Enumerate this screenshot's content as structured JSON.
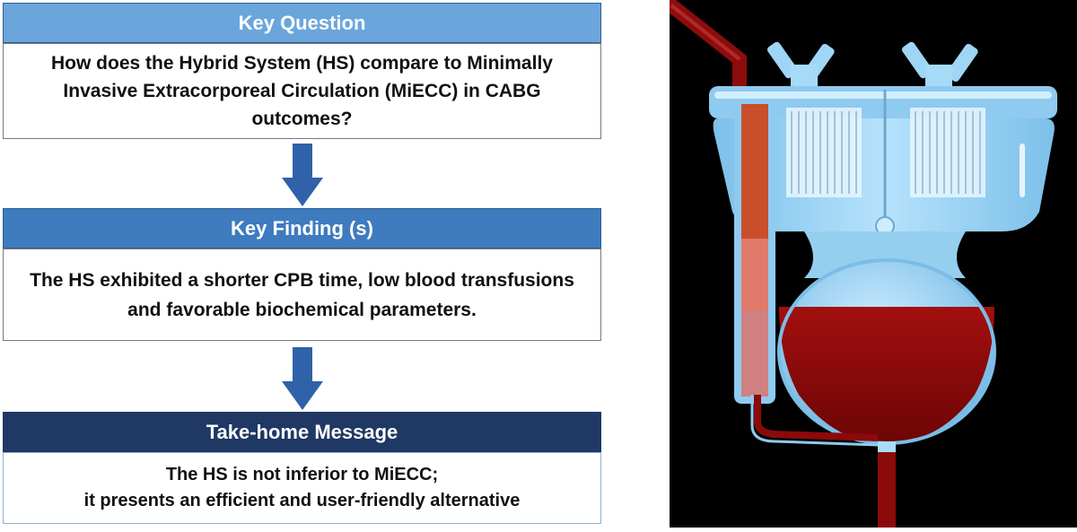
{
  "flow": {
    "key_question": {
      "header": "Key Question",
      "lines": [
        "How does the Hybrid System (HS) compare to Minimally",
        "Invasive Extracorporeal Circulation (MiECC) in CABG",
        "outcomes?"
      ],
      "header_color": "#6aa6dc"
    },
    "key_findings": {
      "header": "Key Finding (s)",
      "lines": [
        "The HS exhibited a shorter CPB time, low blood transfusions",
        "and favorable biochemical parameters."
      ],
      "header_color": "#3e7bbf"
    },
    "take_home": {
      "header": "Take-home Message",
      "lines": [
        "The HS is not inferior to MiECC;",
        "it presents an efficient and user-friendly alternative"
      ],
      "header_color": "#1f3864"
    },
    "arrow_color": "#2f62a8"
  },
  "illustration": {
    "subject": "hybrid reservoir with blood",
    "background": "#000000",
    "blood_color": "#8b0a0a",
    "reservoir_color": "#9ed3f2"
  }
}
